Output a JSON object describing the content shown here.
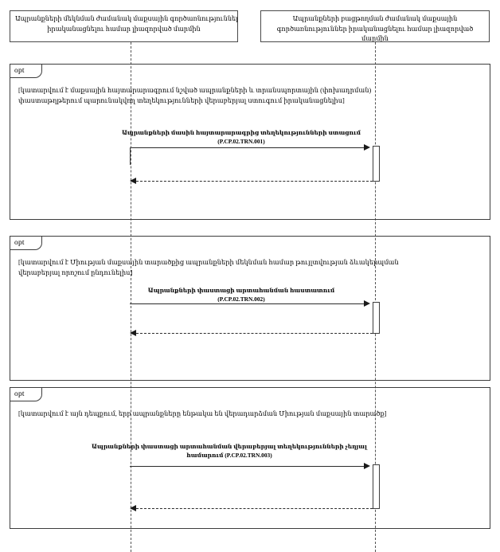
{
  "diagram": {
    "type": "uml-sequence-diagram",
    "language": "hy",
    "lifelines": [
      {
        "id": "departure",
        "name": "departure-control-body",
        "lines": [
          "Ապրանքների մեկնման ժամանակ մաքսային գործառնություններ",
          "իրականացնելու համար լիազորված մարմին"
        ]
      },
      {
        "id": "release",
        "name": "release-control-body",
        "lines": [
          "Ապրանքների բացթողման ժամանակ մաքսային",
          "գործառնություններ իրականացնելու համար լիազորված",
          "մարմին"
        ]
      }
    ],
    "fragments": [
      {
        "id": "opt-1",
        "operator": "opt",
        "guard_lines": [
          "[կատարվում է մաքսային հայտարարագրում նշված ապրանքների և տրանսպորտային (փոխադրման)",
          "փաստաթղթերում պարունակվող տեղեկությունների վերաբերյալ ստուգում իրականացնելիս]"
        ],
        "message": {
          "label_line1": "Ապրանքների մասին հայտարարագրից տեղեկությունների ստացում",
          "label_line2": "(P.CP.02.TRN.001)",
          "code": "P.CP.02.TRN.001",
          "direction": "departure-to-release",
          "has_reply": true
        }
      },
      {
        "id": "opt-2",
        "operator": "opt",
        "guard_lines": [
          "[կատարվում է Միության մաքսային տարածքից ապրանքների մեկնման համար թույլտվության ձևակերպման",
          "վերաբերյալ որոշում ընդունելիս]"
        ],
        "message": {
          "label_line1": "Ապրանքների փաստացի արտահանման հաստատում",
          "label_line2": "(P.CP.02.TRN.002)",
          "code": "P.CP.02.TRN.002",
          "direction": "departure-to-release",
          "has_reply": true
        }
      },
      {
        "id": "opt-3",
        "operator": "opt",
        "guard_lines": [
          "[կատարվում է այն դեպքում, երբ ապրանքները ենթակա են վերադարձման Միության մաքսային տարածք]"
        ],
        "message": {
          "label_line1": "Ապրանքների փաստացի արտահանման վերաբերյալ տեղեկությունների չեղյալ",
          "label_line2": "համարում (P.CP.02.TRN.003)",
          "code": "P.CP.02.TRN.003",
          "direction": "departure-to-release",
          "has_reply": true
        }
      }
    ],
    "caption": ""
  },
  "colors": {
    "line": "#3d3d3d",
    "arrow": "#1a1a1a",
    "background": "#ffffff"
  }
}
